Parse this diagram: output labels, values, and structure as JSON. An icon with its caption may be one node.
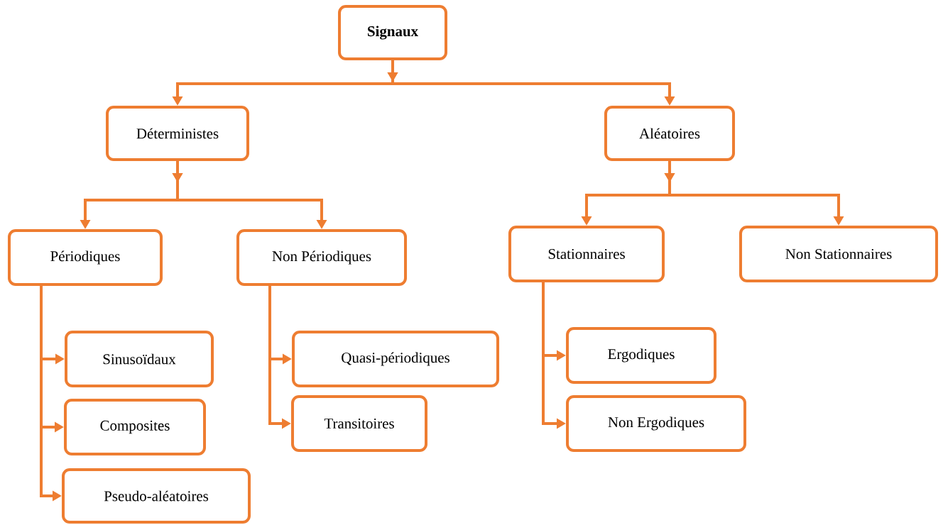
{
  "diagram": {
    "nodes": [
      {
        "text": [
          "Signaux"
        ]
      },
      {
        "text": [
          "Déterministes"
        ]
      },
      {
        "text": [
          "Aléatoires"
        ]
      },
      {
        "text": [
          "Périodiques"
        ]
      },
      {
        "text": [
          "Non Périodiques"
        ]
      },
      {
        "text": [
          "Stationnaires"
        ]
      },
      {
        "text": [
          "Non Stationnaires"
        ]
      },
      {
        "text": [
          "Sinusoïdaux"
        ]
      },
      {
        "text": [
          "Composites"
        ]
      },
      {
        "text": [
          "Pseudo-aléatoires"
        ]
      },
      {
        "text": [
          "Quasi-périodiques"
        ]
      },
      {
        "text": [
          "Transitoires"
        ]
      },
      {
        "text": [
          "Ergodiques"
        ]
      },
      {
        "text": [
          "Non Ergodiques"
        ]
      }
    ],
    "edges": [
      {
        "from": 0,
        "to": 1,
        "arrow": "to"
      },
      {
        "from": 0,
        "to": 2,
        "arrow": "to"
      },
      {
        "from": 1,
        "to": 3,
        "arrow": "to"
      },
      {
        "from": 1,
        "to": 4,
        "arrow": "to"
      },
      {
        "from": 2,
        "to": 5,
        "arrow": "to"
      },
      {
        "from": 2,
        "to": 6,
        "arrow": "to"
      },
      {
        "from": 3,
        "to": 7,
        "arrow": "to"
      },
      {
        "from": 3,
        "to": 8,
        "arrow": "to"
      },
      {
        "from": 3,
        "to": 9,
        "arrow": "to"
      },
      {
        "from": 4,
        "to": 10,
        "arrow": "to"
      },
      {
        "from": 4,
        "to": 11,
        "arrow": "to"
      },
      {
        "from": 5,
        "to": 12,
        "arrow": "to"
      },
      {
        "from": 5,
        "to": 13,
        "arrow": "to"
      }
    ]
  }
}
